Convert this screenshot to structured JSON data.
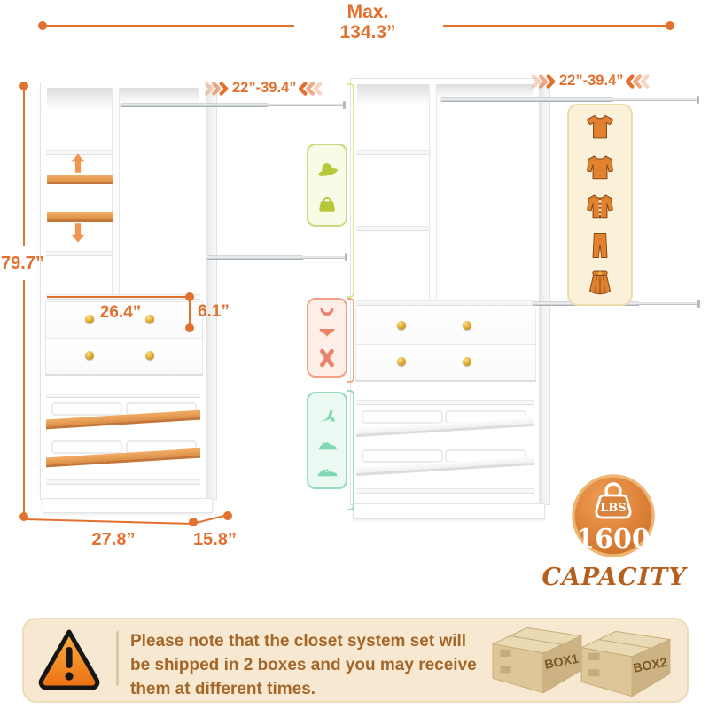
{
  "header": {
    "max_label": "Max.",
    "max_value": "134.3”"
  },
  "dimensions": {
    "height": "79.7”",
    "left_rod_range": "22”-39.4”",
    "right_rod_range": "22”-39.4”",
    "drawer_width": "26.4”",
    "drawer_height": "6.1”",
    "tower_width": "27.8”",
    "tower_depth": "15.8”"
  },
  "capacity_badge": {
    "unit": "LBS",
    "value": "1600",
    "label": "CAPACITY"
  },
  "shipping_note": {
    "text": "Please note that the closet system set will be shipped in 2 boxes and you may receive them at different times.",
    "box1_label": "BOX1",
    "box2_label": "BOX2"
  },
  "icon_panels": {
    "accessories_panel": {
      "icons": [
        "hat-icon",
        "handbag-icon"
      ]
    },
    "underwear_panel": {
      "icons": [
        "bra-icon",
        "panties-icon",
        "crossed-socks-icon"
      ]
    },
    "shoes_panel": {
      "icons": [
        "high-heel-icon",
        "leather-shoe-icon",
        "sneaker-icon"
      ]
    },
    "clothing_panel": {
      "icons": [
        "tshirt-icon",
        "shirt-icon",
        "cardigan-icon",
        "pants-icon",
        "skirt-icon"
      ]
    }
  },
  "colors": {
    "accent": "#e2712f",
    "wood": "#dd8f45",
    "green": "#b6c838",
    "pink": "#e9836a",
    "teal": "#7fd7b4",
    "clothes_orange": "#e2812f",
    "note_bg": "#f7e9d1",
    "note_text": "#a5662a",
    "gold_knob": "#d9a125"
  }
}
